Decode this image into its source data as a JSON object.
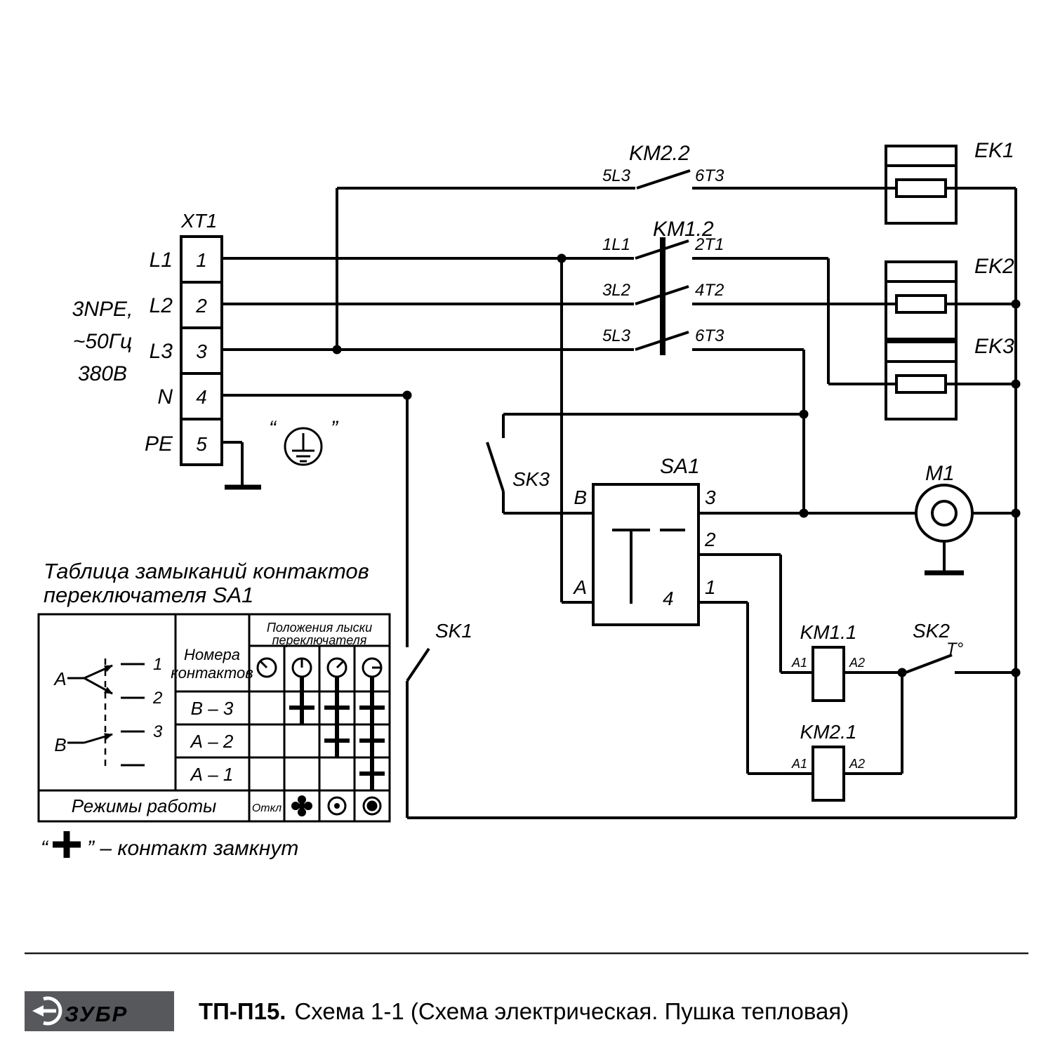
{
  "diagram": {
    "xt1": {
      "label": "XT1",
      "terminals": [
        {
          "row": "L1",
          "num": "1"
        },
        {
          "row": "L2",
          "num": "2"
        },
        {
          "row": "L3",
          "num": "3"
        },
        {
          "row": "N",
          "num": "4"
        },
        {
          "row": "PE",
          "num": "5"
        }
      ]
    },
    "supply": [
      "3NPE,",
      "~50Гц",
      "380В"
    ],
    "earth_quote_left": "“",
    "earth_quote_right": "”",
    "contactors": {
      "km22": {
        "label": "KM2.2",
        "left": "5L3",
        "right": "6T3"
      },
      "km12": {
        "label": "KM1.2",
        "poles": [
          {
            "left": "1L1",
            "right": "2T1"
          },
          {
            "left": "3L2",
            "right": "4T2"
          },
          {
            "left": "5L3",
            "right": "6T3"
          }
        ]
      },
      "km11": {
        "label": "KM1.1",
        "a1": "A1",
        "a2": "A2"
      },
      "km21": {
        "label": "KM2.1",
        "a1": "A1",
        "a2": "A2"
      }
    },
    "heaters": [
      "EK1",
      "EK2",
      "EK3"
    ],
    "motor_label": "M1",
    "sa1": {
      "label": "SA1",
      "b": "B",
      "a": "A",
      "out3": "3",
      "out2": "2",
      "out1": "1",
      "pos4": "4"
    },
    "sk1": "SK1",
    "sk2": "SK2",
    "sk2_temp": "T°",
    "sk3": "SK3"
  },
  "table": {
    "title1": "Таблица замыканий контактов",
    "title2": "переключателя SA1",
    "contacts_hdr1": "Номера",
    "contacts_hdr2": "контактов",
    "positions_hdr1": "Положения лыски",
    "positions_hdr2": "переключателя",
    "rows": [
      "В – 3",
      "А – 2",
      "А – 1"
    ],
    "modes_label": "Режимы работы",
    "mode_off": "Откл",
    "note_open": "“",
    "note_close": "” – контакт замкнут",
    "sw": {
      "a": "A",
      "b": "B",
      "c1": "1",
      "c2": "2",
      "c3": "3"
    }
  },
  "footer": {
    "brand": "ЗУБР",
    "doc_bold": "ТП-П15.",
    "doc_rest": "Схема 1-1 (Схема электрическая. Пушка тепловая)"
  }
}
